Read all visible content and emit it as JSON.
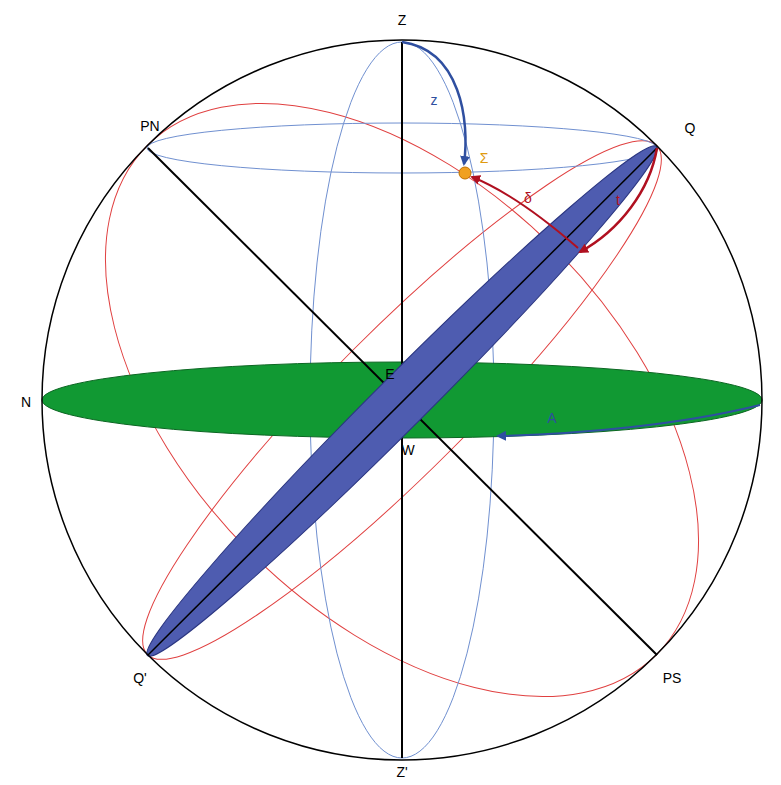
{
  "diagram": {
    "labels": [
      "Z",
      "PN",
      "Q",
      "N",
      "E",
      "W",
      "Q'",
      "PS",
      "Z'",
      "z",
      "Σ",
      "δ",
      "t",
      "A"
    ]
  }
}
